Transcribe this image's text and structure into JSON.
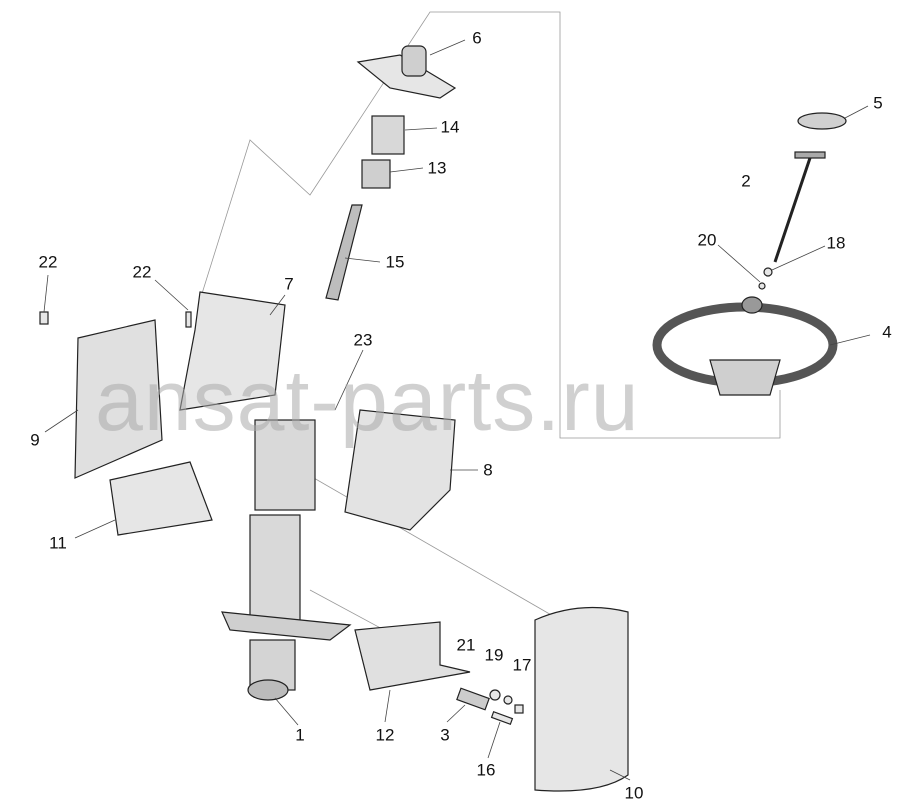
{
  "watermark": "ansat-parts.ru",
  "callouts": [
    {
      "id": "6",
      "label": "6"
    },
    {
      "id": "14",
      "label": "14"
    },
    {
      "id": "13",
      "label": "13"
    },
    {
      "id": "5",
      "label": "5"
    },
    {
      "id": "2",
      "label": "2"
    },
    {
      "id": "15",
      "label": "15"
    },
    {
      "id": "20",
      "label": "20"
    },
    {
      "id": "18",
      "label": "18"
    },
    {
      "id": "22a",
      "label": "22"
    },
    {
      "id": "22b",
      "label": "22"
    },
    {
      "id": "7",
      "label": "7"
    },
    {
      "id": "4",
      "label": "4"
    },
    {
      "id": "23",
      "label": "23"
    },
    {
      "id": "9",
      "label": "9"
    },
    {
      "id": "8",
      "label": "8"
    },
    {
      "id": "11",
      "label": "11"
    },
    {
      "id": "21",
      "label": "21"
    },
    {
      "id": "19",
      "label": "19"
    },
    {
      "id": "17",
      "label": "17"
    },
    {
      "id": "1",
      "label": "1"
    },
    {
      "id": "12",
      "label": "12"
    },
    {
      "id": "3",
      "label": "3"
    },
    {
      "id": "16",
      "label": "16"
    },
    {
      "id": "10",
      "label": "10"
    }
  ]
}
